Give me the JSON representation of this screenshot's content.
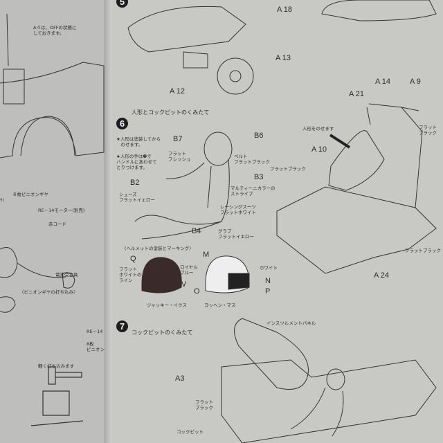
{
  "left_page": {
    "a4_note": "A４は、OFFの状態に\nしておきます。",
    "partial_paren": "ﾔ)",
    "pinion_gear": "８枚ピニオンギヤ",
    "motor": "RE－14モーター(別売)",
    "red_cord": "赤コード",
    "battery_clip": "電池受金具",
    "pinion_section_title": "〈ピニオンギヤの打ち込み〉",
    "re14": "RE－14",
    "pinion_8": "8枚\nピニオン",
    "tap_lightly": "軽く打ち込みます"
  },
  "step5": {
    "number": "5",
    "labels": {
      "a18": "A 18",
      "a13": "A 13",
      "a12": "A 12"
    }
  },
  "step6": {
    "number": "6",
    "title": "人形とコックピットのくみたて",
    "note1": "★人形は塗装してから\n　のせます。",
    "note2": "★人形の手は❼で\nハンドルにあわせて\nとりつけます。",
    "figure_labels": {
      "b7": "B7",
      "b6": "B6",
      "b3": "B3",
      "b2": "B2",
      "b4": "B4",
      "flat_flesh": "フラット\nフレッシュ",
      "belt": "ベルト\nフラットブラック",
      "stripe": "マルティーニカラーの\nストライプ",
      "suit": "レーシングスーツ\nフラットホワイト",
      "shoes": "シューズ\nフラットイエロー",
      "glove": "グラブ\nフラットイエロー"
    },
    "helmet_section_title": "〈ヘルメットの塗装とマーキング〉",
    "helmet1": {
      "q": "Q",
      "v": "V",
      "line": "フラット\nホワイトの\nライン",
      "royal_blue": "ロイヤル\nブルー",
      "name": "ジャッキー・イクス"
    },
    "helmet2": {
      "m": "M",
      "n": "N",
      "o": "O",
      "p": "P",
      "white": "ホワイト",
      "name": "ヨッヘン・マス"
    },
    "chassis_labels": {
      "a14": "A 14",
      "a9": "A 9",
      "a21": "A 21",
      "a10": "A 10",
      "a24": "A 24",
      "place_figure": "人形をのせます",
      "flat_black_1": "フラット\nブラック",
      "flat_black_2": "フラットブラック",
      "flat_black_3": "フラットブラック"
    }
  },
  "step7": {
    "number": "7",
    "title": "コックピットのくみたて",
    "instrument_panel": "インスツルメントパネル",
    "a3": "A3",
    "flat_black": "フラット\nブラック",
    "cockpit": "コックピット"
  }
}
